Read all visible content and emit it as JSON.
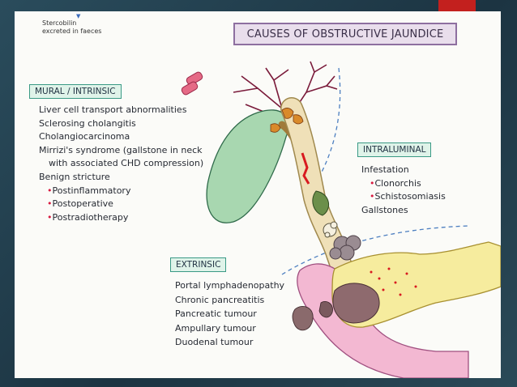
{
  "title": "CAUSES OF OBSTRUCTIVE JAUNDICE",
  "top_note": {
    "line1": "Stercobilin",
    "line2": "excreted in faeces"
  },
  "mural": {
    "header": "MURAL / INTRINSIC",
    "items": [
      "Liver cell transport abnormalities",
      "Sclerosing cholangitis",
      "Cholangiocarcinoma",
      "Mirrizi's syndrome (gallstone in neck",
      "with associated CHD compression)",
      "Benign stricture"
    ],
    "subitems": [
      "Postinflammatory",
      "Postoperative",
      "Postradiotherapy"
    ]
  },
  "intraluminal": {
    "header": "INTRALUMINAL",
    "items": [
      "Infestation"
    ],
    "subitems": [
      "Clonorchis",
      "Schistosomiasis"
    ],
    "last": "Gallstones"
  },
  "extrinsic": {
    "header": "EXTRINSIC",
    "items": [
      "Portal lymphadenopathy",
      "Chronic pancreatitis",
      "Pancreatic tumour",
      "Ampullary tumour",
      "Duodenal tumour"
    ]
  },
  "colors": {
    "gallbladder": "#a8d7b0",
    "duct": "#efe0b8",
    "pancreas": "#f6ec9e",
    "duodenum": "#f3b8d2",
    "tumour": "#8e6a6e",
    "header_border": "#3a9a85",
    "title_border": "#8e6fa0",
    "accent_red": "#c3201e"
  }
}
